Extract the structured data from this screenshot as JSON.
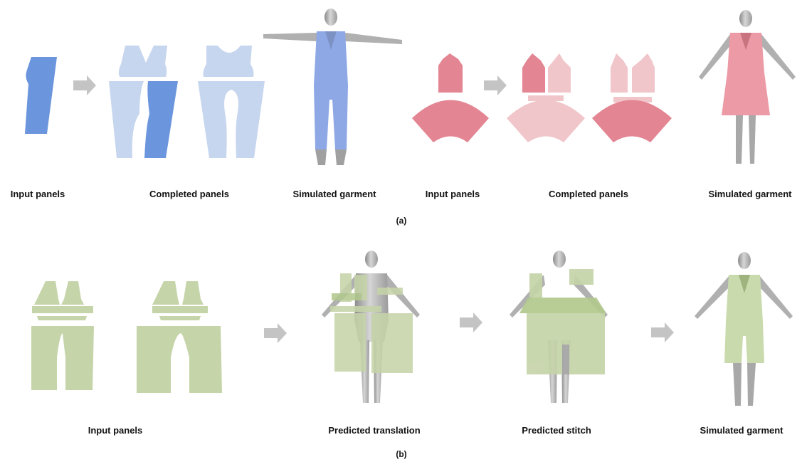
{
  "colors": {
    "blue_dark": "#6b95dc",
    "blue_light": "#c7d6ef",
    "pink_dark": "#e38593",
    "pink_light": "#f1c6cb",
    "green": "#c5d4a9",
    "green_dark": "#b2c88e",
    "arrow": "#c4c4c4",
    "body": "#a8a8a8"
  },
  "row_a": {
    "caption": "(a)",
    "example1": {
      "input_label": "Input panels",
      "completed_label": "Completed panels",
      "simulated_label": "Simulated garment"
    },
    "example2": {
      "input_label": "Input panels",
      "completed_label": "Completed panels",
      "simulated_label": "Simulated garment"
    }
  },
  "row_b": {
    "caption": "(b)",
    "input_label": "Input panels",
    "translation_label": "Predicted translation",
    "stitch_label": "Predicted stitch",
    "simulated_label": "Simulated garment"
  }
}
